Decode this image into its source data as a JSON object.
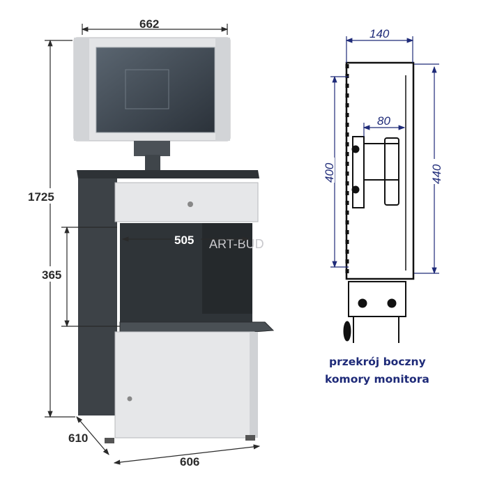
{
  "front_view": {
    "dimensions": {
      "monitor_width": "662",
      "total_height": "1725",
      "compartment_height": "365",
      "compartment_width": "505",
      "depth": "610",
      "width": "606"
    },
    "watermark": "ART-BUD"
  },
  "side_section": {
    "dimensions": {
      "depth": "140",
      "bracket_depth": "80",
      "inner_height": "400",
      "outer_height": "440"
    },
    "caption_line1": "przekrój boczny",
    "caption_line2": "komory monitora"
  },
  "colors": {
    "dimension_front": "#2a2a2a",
    "dimension_section": "#1e2a78",
    "cabinet_body": "#3d4247",
    "panel_light": "#e6e7e9"
  }
}
